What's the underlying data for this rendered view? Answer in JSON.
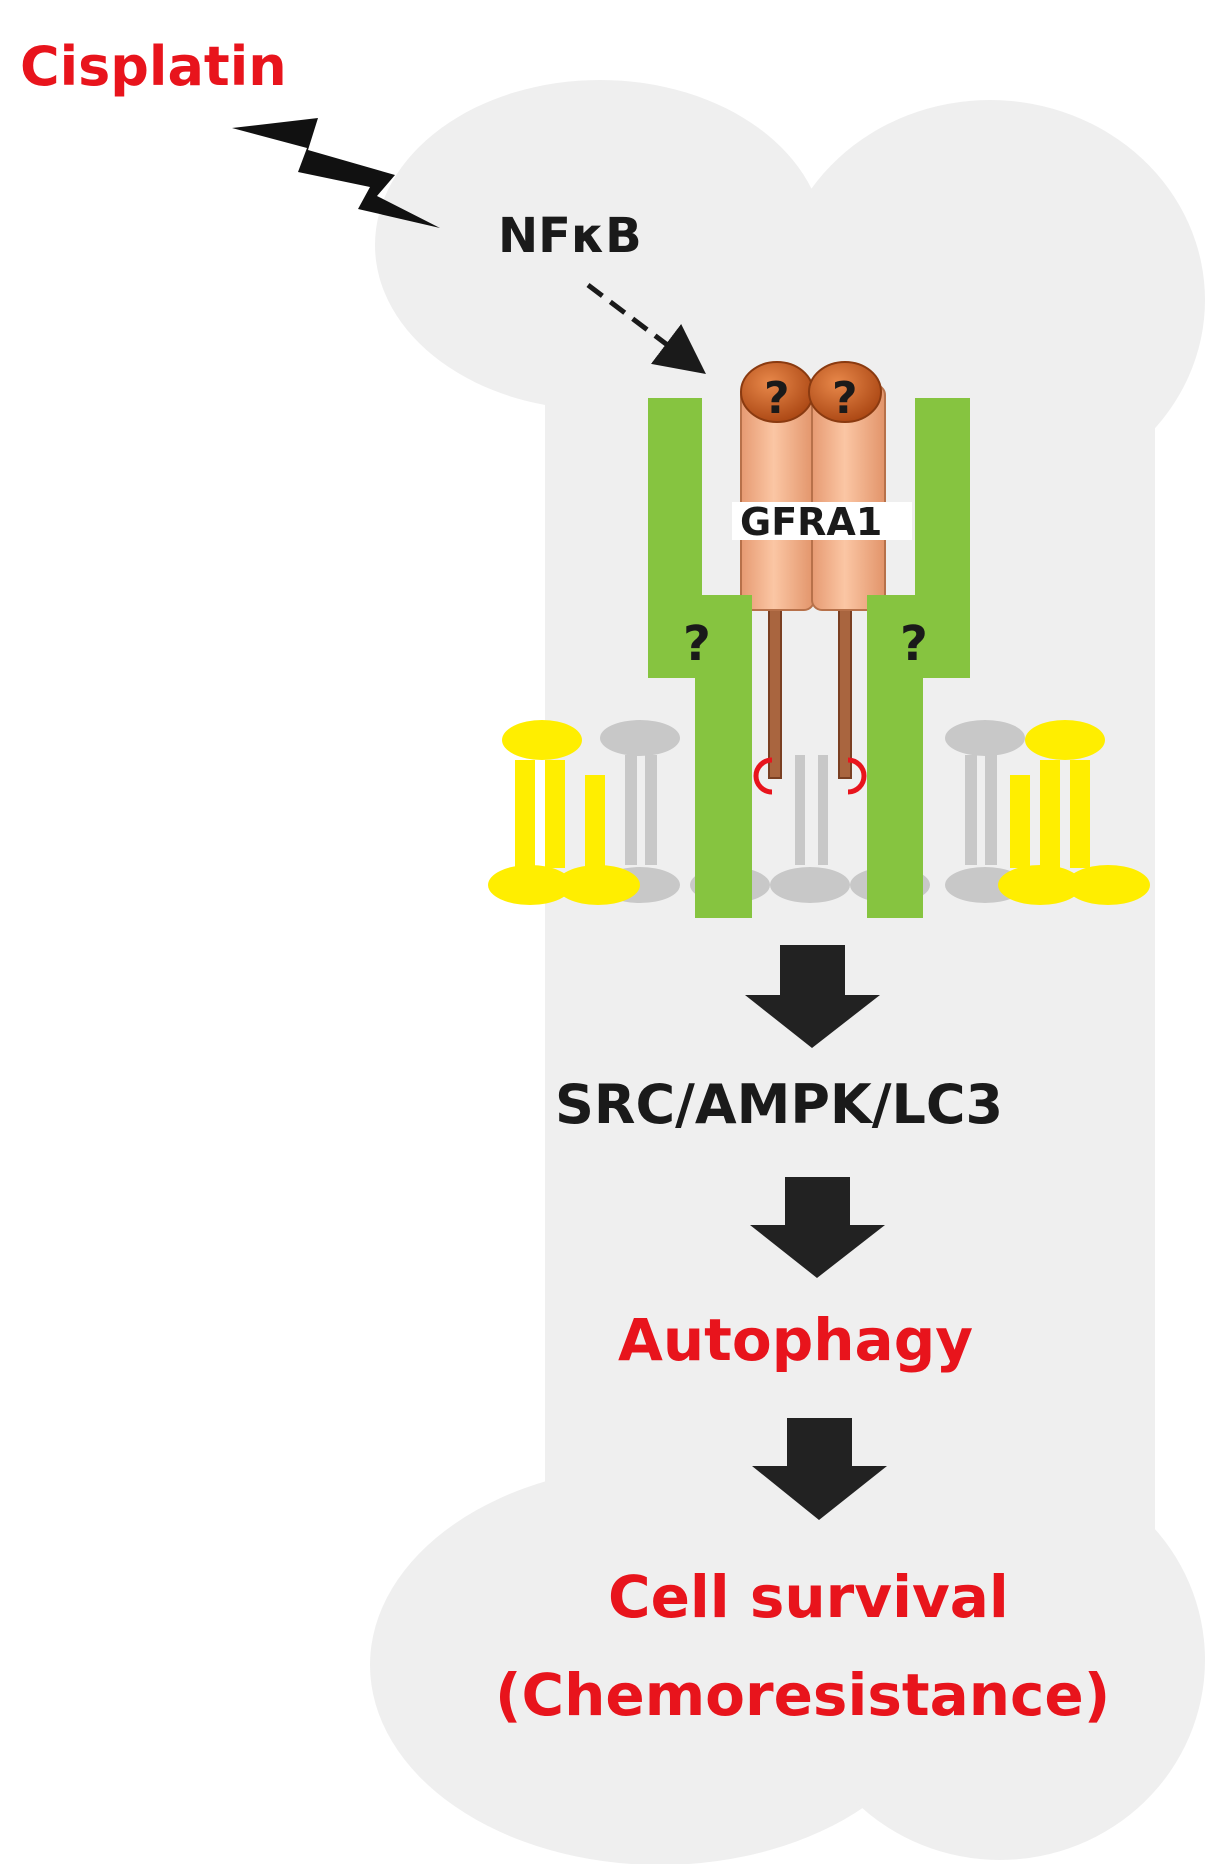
{
  "labels": {
    "cisplatin": "Cisplatin",
    "nfkb": "NFκB",
    "gfra1": "GFRA1",
    "unknown_ligand": "?",
    "unknown_coreceptor": "?",
    "pathway": "SRC/AMPK/LC3",
    "autophagy": "Autophagy",
    "cell_survival": "Cell survival",
    "chemoresistance": "(Chemoresistance)"
  },
  "colors": {
    "highlight_text": "#e8141c",
    "body_text": "#1a1a1a",
    "cell_shape": "#efefef",
    "coreceptor": "#86c440",
    "gfra1_body": "#f5b48e",
    "ligand": "#c4561a",
    "lipid_yellow": "#ffee00",
    "lipid_gray": "#c8c8c8",
    "arrow": "#222222"
  },
  "icons": {
    "stimulus": "lightning-bolt-icon",
    "induction": "dashed-arrow-icon",
    "flow": "block-arrow-down-icon",
    "anchor": "gpi-anchor-icon"
  }
}
